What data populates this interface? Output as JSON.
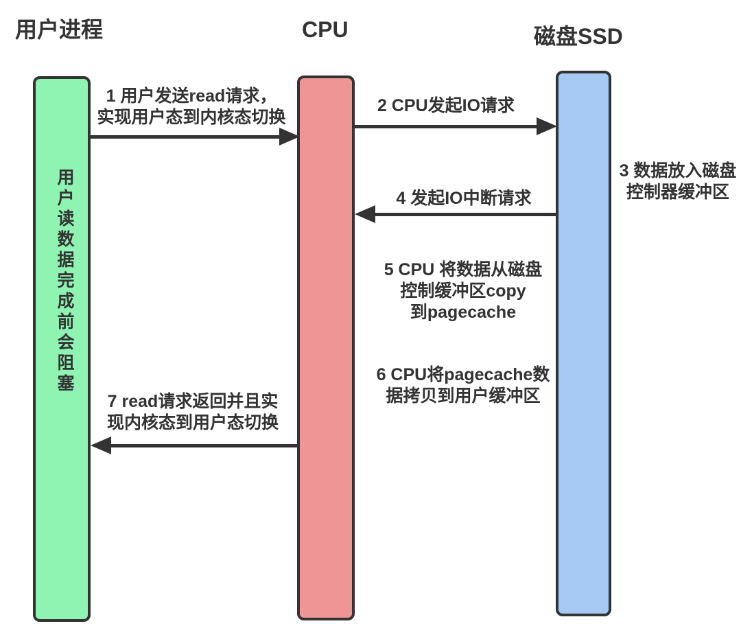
{
  "colors": {
    "ink": "#333333",
    "background": "#ffffff",
    "user_process_fill": "#8ff3b1",
    "cpu_fill": "#f09595",
    "disk_ssd_fill": "#a6c9f4"
  },
  "columns": [
    {
      "id": "user-process",
      "label": "用户进程",
      "fill": "#8ff3b1",
      "note": "用户读数据完成前会阻塞"
    },
    {
      "id": "cpu",
      "label": "CPU",
      "fill": "#f09595"
    },
    {
      "id": "disk-ssd",
      "label": "磁盘SSD",
      "fill": "#a6c9f4"
    }
  ],
  "steps": [
    {
      "id": 1,
      "kind": "arrow",
      "direction": "right",
      "from": "user-process",
      "to": "cpu",
      "lines": [
        "1 用户发送read请求，",
        "实现用户态到内核态切换"
      ]
    },
    {
      "id": 2,
      "kind": "arrow",
      "direction": "right",
      "from": "cpu",
      "to": "disk-ssd",
      "lines": [
        "2 CPU发起IO请求"
      ]
    },
    {
      "id": 3,
      "kind": "note",
      "at": "disk-ssd",
      "lines": [
        "3 数据放入磁盘",
        "控制器缓冲区"
      ]
    },
    {
      "id": 4,
      "kind": "arrow",
      "direction": "left",
      "from": "disk-ssd",
      "to": "cpu",
      "lines": [
        "4 发起IO中断请求"
      ]
    },
    {
      "id": 5,
      "kind": "note",
      "at": "between-cpu-and-disk",
      "lines": [
        "5 CPU 将数据从磁盘",
        "控制缓冲区copy",
        "到pagecache"
      ]
    },
    {
      "id": 6,
      "kind": "note",
      "at": "between-cpu-and-disk",
      "lines": [
        "6 CPU将pagecache数",
        "据拷贝到用户缓冲区"
      ]
    },
    {
      "id": 7,
      "kind": "arrow",
      "direction": "left",
      "from": "cpu",
      "to": "user-process",
      "lines": [
        "7 read请求返回并且实",
        "现内核态到用户态切换"
      ]
    }
  ]
}
